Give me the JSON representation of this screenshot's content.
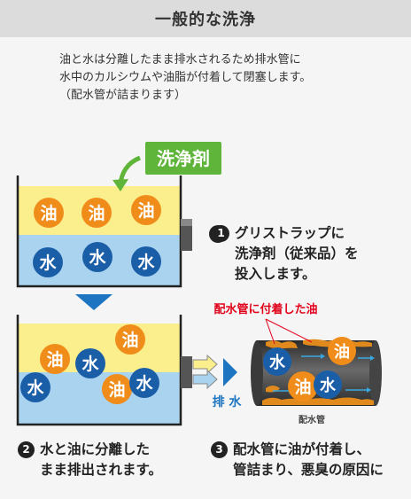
{
  "title": "一般的な洗浄",
  "intro": [
    "油と水は分離したまま排水されるため排水管に",
    "水中のカルシウムや油脂が付着して閉塞します。",
    "（配水管が詰まります）"
  ],
  "detergent_label": "洗浄剤",
  "oil_label": "油",
  "water_label": "水",
  "drain_label": "排 水",
  "pipe_caption": "配水管",
  "pipe_callout": "配水管に付着した油",
  "steps": [
    {
      "num": "1",
      "lines": [
        "グリストラップに",
        "洗浄剤（従来品）を",
        "投入します。"
      ]
    },
    {
      "num": "2",
      "lines": [
        "水と油に分離した",
        "まま排出されます。"
      ]
    },
    {
      "num": "3",
      "lines": [
        "配水管に油が付着し、",
        "管詰まり、悪臭の原因に"
      ]
    }
  ],
  "colors": {
    "oil_layer": "#fbee8c",
    "water_layer": "#a9d3ef",
    "oil_badge": "#f08d1a",
    "water_badge": "#1b5ea8",
    "detergent_badge": "#5fb43a",
    "arrow_blue": "#1d74c0",
    "callout_red": "#e1001a"
  }
}
